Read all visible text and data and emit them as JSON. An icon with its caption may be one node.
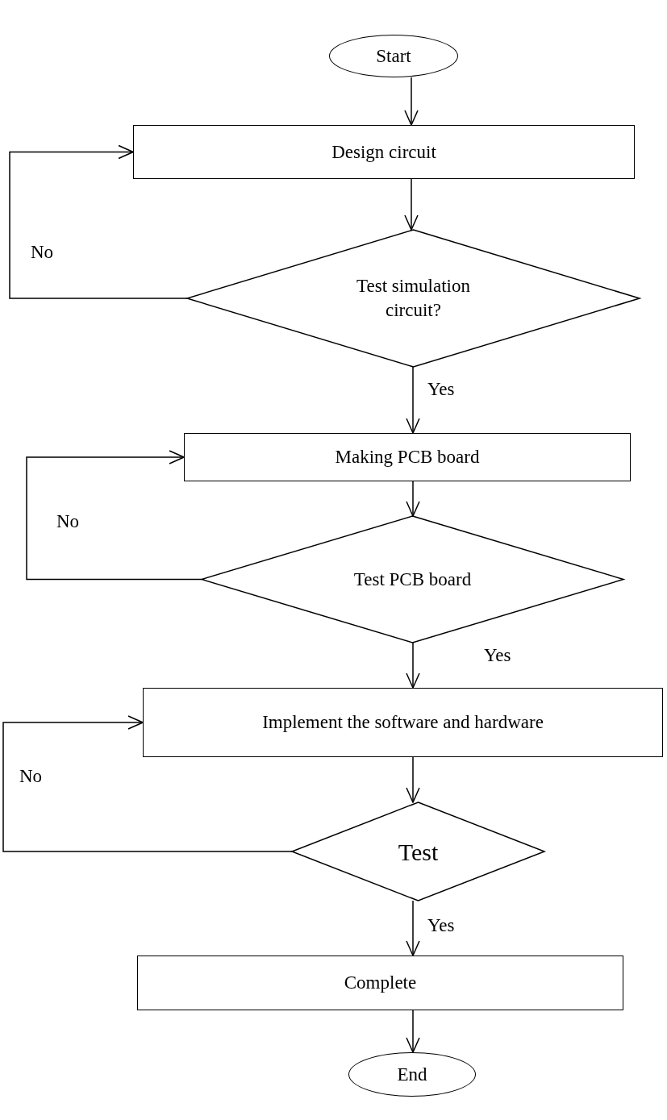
{
  "diagram": {
    "nodes": [
      {
        "text": [
          "Start"
        ]
      },
      {
        "text": [
          "Design circuit"
        ]
      },
      {
        "text": [
          "Test simulation circuit?"
        ]
      },
      {
        "text": [
          "Making PCB board"
        ]
      },
      {
        "text": [
          "Test PCB board"
        ]
      },
      {
        "text": [
          "Implement the software and hardware"
        ]
      },
      {
        "text": [
          "Test"
        ]
      },
      {
        "text": [
          "Complete"
        ]
      },
      {
        "text": [
          "End"
        ]
      }
    ],
    "edges": [
      {
        "from": 0,
        "to": 1,
        "arrow": "to"
      },
      {
        "from": 1,
        "to": 2,
        "arrow": "to"
      },
      {
        "from": 2,
        "to": 3,
        "arrow": "to",
        "label": "Yes"
      },
      {
        "from": 2,
        "to": 1,
        "arrow": "to",
        "label": "No"
      },
      {
        "from": 3,
        "to": 4,
        "arrow": "to"
      },
      {
        "from": 4,
        "to": 5,
        "arrow": "to",
        "label": "Yes"
      },
      {
        "from": 4,
        "to": 3,
        "arrow": "to",
        "label": "No"
      },
      {
        "from": 5,
        "to": 6,
        "arrow": "to"
      },
      {
        "from": 6,
        "to": 7,
        "arrow": "to",
        "label": "Yes"
      },
      {
        "from": 6,
        "to": 5,
        "arrow": "to",
        "label": "No"
      },
      {
        "from": 7,
        "to": 8,
        "arrow": "to"
      }
    ]
  }
}
